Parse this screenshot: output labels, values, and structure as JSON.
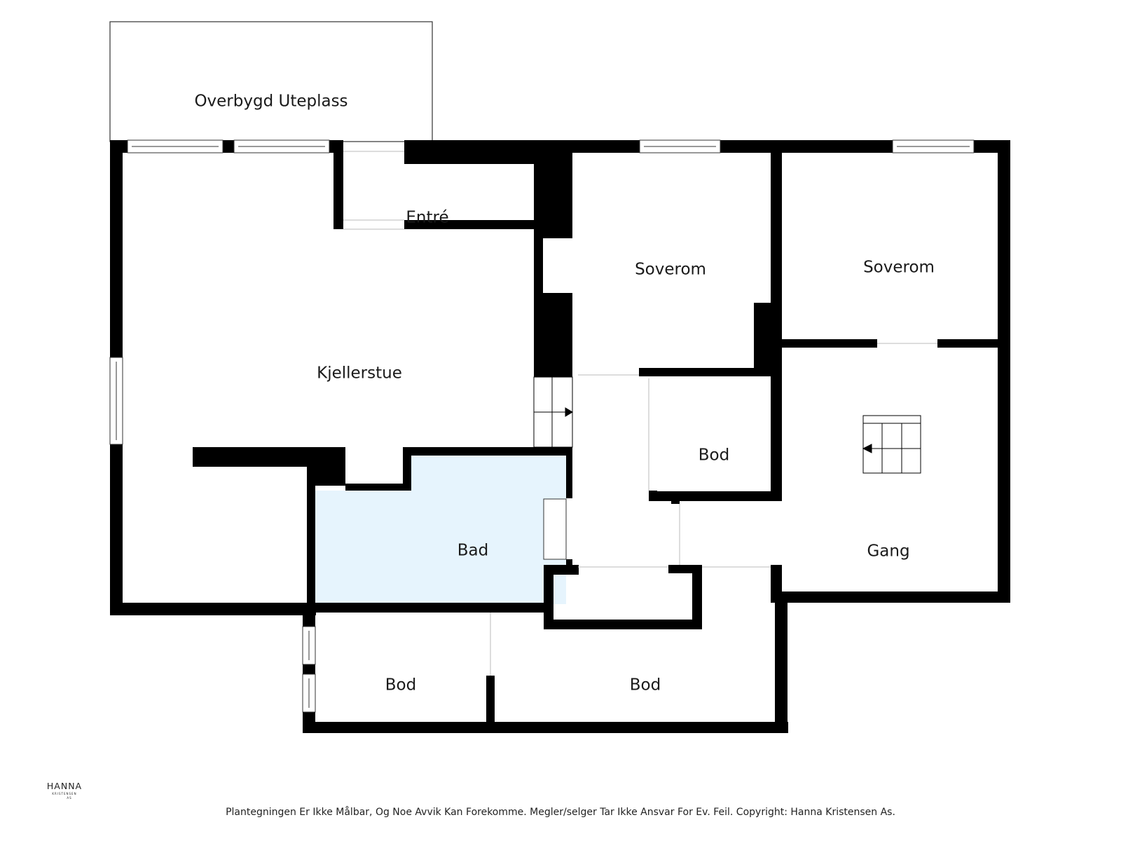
{
  "rooms": {
    "covered_terrace": "Overbygd Uteplass",
    "entrance": "Entré",
    "living_room": "Kjellerstue",
    "bedroom_1": "Soverom",
    "bedroom_2": "Soverom",
    "storage_1": "Bod",
    "bathroom": "Bad",
    "hallway": "Gang",
    "storage_2": "Bod",
    "storage_3": "Bod"
  },
  "logo": {
    "name": "HANNA",
    "sub": "KRISTENSEN",
    "suffix": "AS"
  },
  "disclaimer": "Plantegningen Er Ikke Målbar, Og Noe Avvik Kan Forekomme. Megler/selger Tar Ikke Ansvar For Ev. Feil. Copyright: Hanna Kristensen As.",
  "colors": {
    "wall": "#000000",
    "bathroom_fill": "#e6f4fd",
    "background": "#ffffff"
  }
}
